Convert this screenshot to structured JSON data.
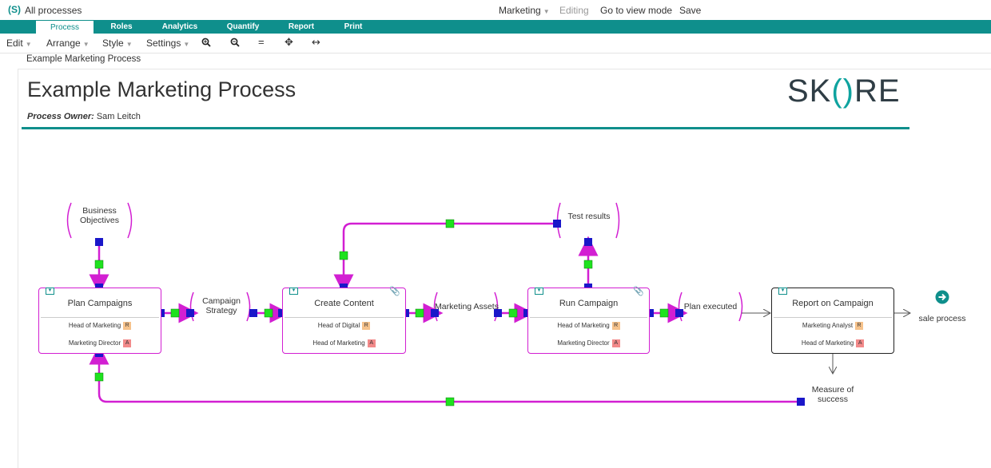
{
  "app": {
    "logo": "(S)",
    "title": "All processes",
    "menu_marketing": "Marketing",
    "mode_editing": "Editing",
    "mode_view": "Go to view mode",
    "save": "Save"
  },
  "tabs": [
    {
      "label": "Process",
      "active": true
    },
    {
      "label": "Roles"
    },
    {
      "label": "Analytics"
    },
    {
      "label": "Quantify"
    },
    {
      "label": "Report"
    },
    {
      "label": "Print"
    }
  ],
  "toolbar": {
    "edit": "Edit",
    "arrange": "Arrange",
    "style": "Style",
    "settings": "Settings",
    "zoom_in_icon": "⚲",
    "zoom_out_icon": "⚲",
    "fit_icon": "=",
    "move_icon": "✥",
    "width_icon": "↔"
  },
  "breadcrumb": "Example Marketing Process",
  "page": {
    "title": "Example Marketing Process",
    "owner_label": "Process Owner:",
    "owner_name": "Sam Leitch",
    "brand": {
      "a": "SK",
      "paren": "()",
      "b": "RE"
    }
  },
  "diagram": {
    "inputs": {
      "business_objectives": [
        "Business",
        "Objectives"
      ],
      "campaign_strategy": [
        "Campaign",
        "Strategy"
      ],
      "marketing_assets": "Marketing Assets",
      "plan_executed": "Plan executed",
      "test_results": "Test results",
      "measure": [
        "Measure of",
        "success"
      ],
      "next_process": "sale process"
    },
    "boxes": [
      {
        "title": "Plan Campaigns",
        "roles": [
          {
            "name": "Head of Marketing",
            "raci": "R"
          },
          {
            "name": "Marketing Director",
            "raci": "A"
          }
        ]
      },
      {
        "title": "Create Content",
        "roles": [
          {
            "name": "Head of Digital",
            "raci": "R"
          },
          {
            "name": "Head of Marketing",
            "raci": "A"
          }
        ]
      },
      {
        "title": "Run Campaign",
        "roles": [
          {
            "name": "Head of Marketing",
            "raci": "R"
          },
          {
            "name": "Marketing Director",
            "raci": "A"
          }
        ]
      },
      {
        "title": "Report on Campaign",
        "roles": [
          {
            "name": "Marketing Analyst",
            "raci": "R"
          },
          {
            "name": "Head of Marketing",
            "raci": "A"
          }
        ]
      }
    ]
  },
  "colors": {
    "teal": "#0f8f8c",
    "magenta": "#d21fd2",
    "handle_blue": "#1a17c9",
    "handle_green": "#1fe21f"
  }
}
